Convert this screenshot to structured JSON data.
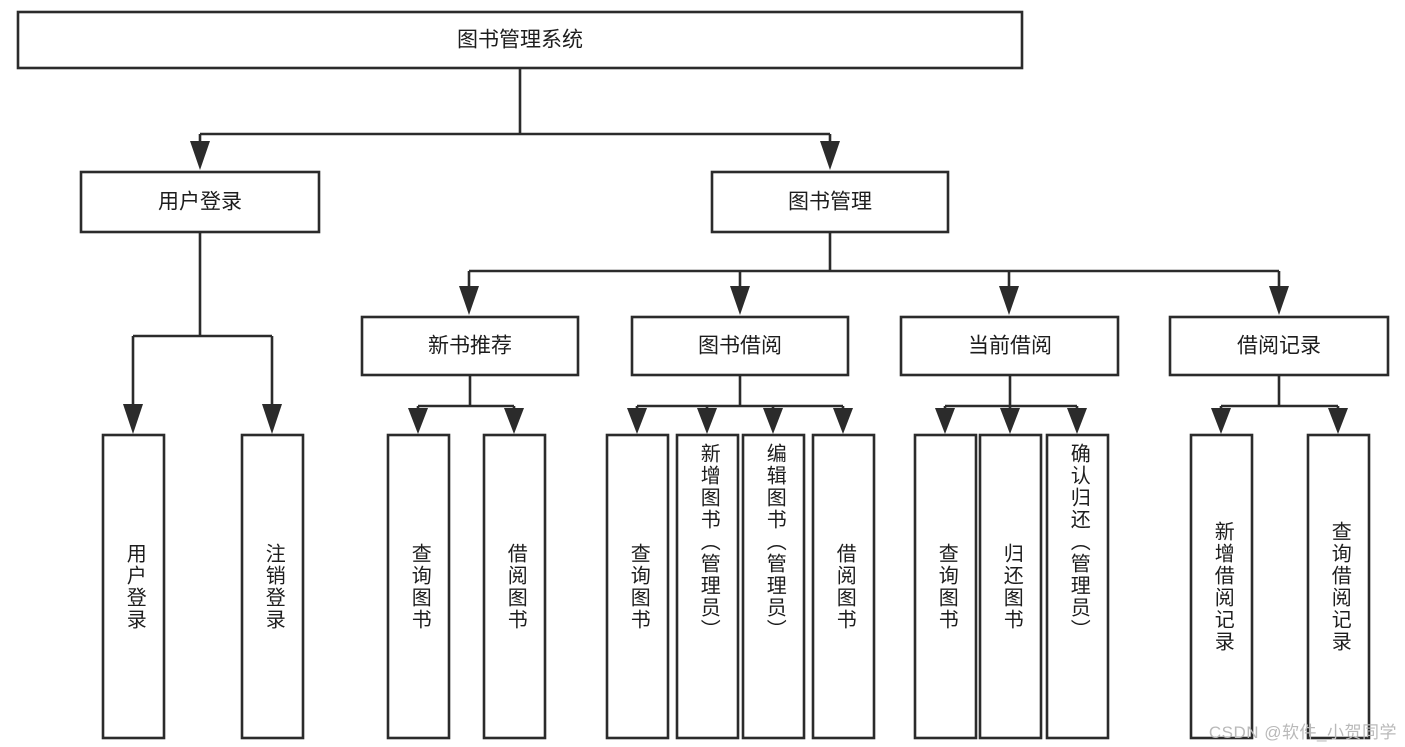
{
  "diagram": {
    "type": "tree-hierarchy",
    "title": "图书管理系统",
    "background_color": "#ffffff",
    "line_color": "#2b2b2b",
    "text_color": "#1d1d1d",
    "root": {
      "label": "图书管理系统"
    },
    "level2": [
      {
        "label": "用户登录"
      },
      {
        "label": "图书管理"
      }
    ],
    "level3": [
      {
        "label": "新书推荐"
      },
      {
        "label": "图书借阅"
      },
      {
        "label": "当前借阅"
      },
      {
        "label": "借阅记录"
      }
    ],
    "leaves": {
      "user_login": [
        {
          "label": "用户登录"
        },
        {
          "label": "注销登录"
        }
      ],
      "new_book_recommend": [
        {
          "label": "查询图书"
        },
        {
          "label": "借阅图书"
        }
      ],
      "book_borrow": [
        {
          "label": "查询图书"
        },
        {
          "label": "新增图书（管理员）"
        },
        {
          "label": "编辑图书（管理员）"
        },
        {
          "label": "借阅图书"
        }
      ],
      "current_borrow": [
        {
          "label": "查询图书"
        },
        {
          "label": "归还图书"
        },
        {
          "label": "确认归还（管理员）"
        }
      ],
      "borrow_record": [
        {
          "label": "新增借阅记录"
        },
        {
          "label": "查询借阅记录"
        }
      ]
    }
  },
  "watermark": {
    "text": "CSDN @软件_小贺同学"
  }
}
